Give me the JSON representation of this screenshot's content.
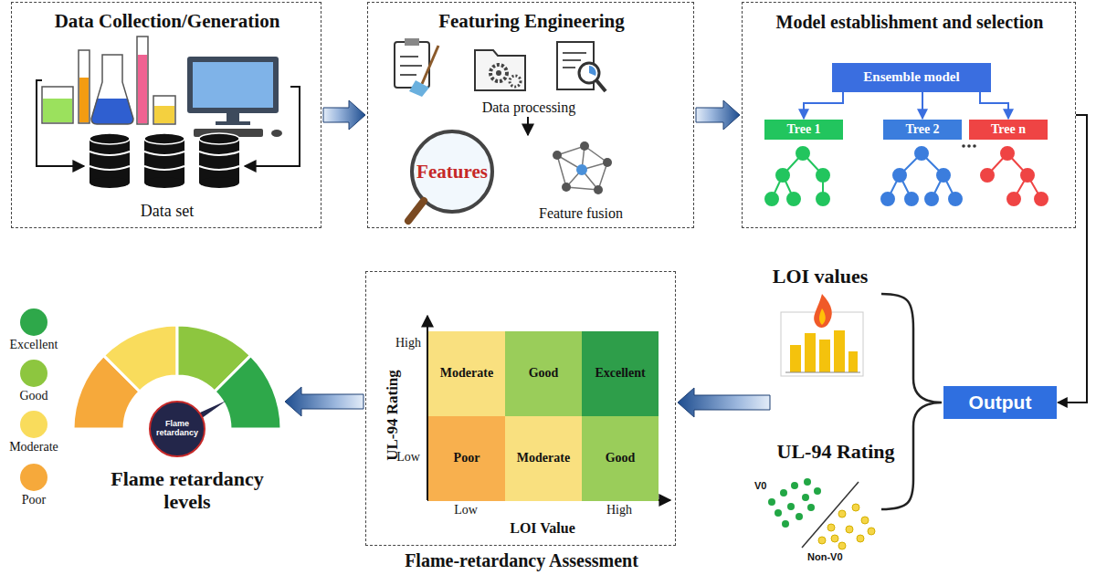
{
  "diagram": {
    "nodes": [
      {
        "text": [
          "Data Collection/Generation",
          "Data set"
        ]
      },
      {
        "text": [
          "Featuring Engineering",
          "Data processing",
          "Feature fusion"
        ]
      },
      {
        "text": [
          "Model establishment and selection"
        ]
      },
      {
        "text": [
          "Ensemble model"
        ],
        "in": 2
      },
      {
        "text": [
          "Tree 1"
        ],
        "in": 2
      },
      {
        "text": [
          "Tree 2"
        ],
        "in": 2
      },
      {
        "text": [
          "Tree n"
        ],
        "in": 2
      },
      {
        "text": [
          "Output"
        ]
      },
      {
        "text": [
          "Flame-retardancy Assessment"
        ]
      },
      {
        "text": [
          "Moderate"
        ],
        "in": 8
      },
      {
        "text": [
          "Good"
        ],
        "in": 8
      },
      {
        "text": [
          "Excellent"
        ],
        "in": 8
      },
      {
        "text": [
          "Poor"
        ],
        "in": 8
      },
      {
        "text": [
          "Moderate"
        ],
        "in": 8
      },
      {
        "text": [
          "Good"
        ],
        "in": 8
      },
      {
        "text": [
          "Flame retardancy"
        ]
      }
    ],
    "edges": [
      {
        "from": 0,
        "to": 1,
        "arrow": "to"
      },
      {
        "from": 1,
        "to": 2,
        "arrow": "to"
      },
      {
        "from": 3,
        "to": 4,
        "arrow": "to"
      },
      {
        "from": 3,
        "to": 5,
        "arrow": "to"
      },
      {
        "from": 3,
        "to": 6,
        "arrow": "to"
      },
      {
        "from": 2,
        "to": 7,
        "arrow": "to"
      },
      {
        "from": 7,
        "to": 8,
        "arrow": "to"
      },
      {
        "from": 8,
        "to": 15,
        "arrow": "to"
      }
    ],
    "labels": [
      "Features",
      "LOI values",
      "UL-94 Rating",
      "V0",
      "Non-V0",
      "UL-94 Rating",
      "High",
      "Low",
      "LOI Value",
      "Low",
      "High",
      "Flame retardancy levels"
    ],
    "legend": [
      {
        "text": "Excellent",
        "color": "#2ea84a"
      },
      {
        "text": "Good",
        "color": "#8dc63f"
      },
      {
        "text": "Moderate",
        "color": "#f9dc5c"
      },
      {
        "text": "Poor",
        "color": "#f6a93b"
      }
    ]
  }
}
